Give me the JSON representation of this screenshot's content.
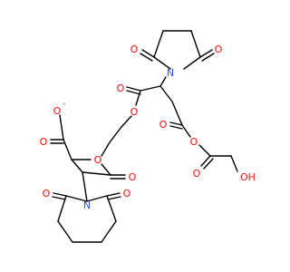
{
  "colors": {
    "carbon": "#000000",
    "oxygen": "#ff0d0d",
    "nitrogen": "#3050f8",
    "background": "#ffffff"
  },
  "atoms": {
    "o_top_left": "O",
    "o_top_right": "O",
    "n_top": "N",
    "o_ester1_carbonyl": "O",
    "o_ester1_link": "O",
    "o_ester2_carbonyl": "O",
    "o_anhydride": "O",
    "o_glycolate_carbonyl": "O",
    "oh_label": "OH",
    "o_carboxylate_carbonyl": "O",
    "o_carboxylate_minus": "O",
    "minus_charge": "-",
    "o_ester3_link": "O",
    "o_ester3_carbonyl": "O",
    "n_bottom": "N",
    "o_bottom_left": "O",
    "o_bottom_right": "O"
  }
}
